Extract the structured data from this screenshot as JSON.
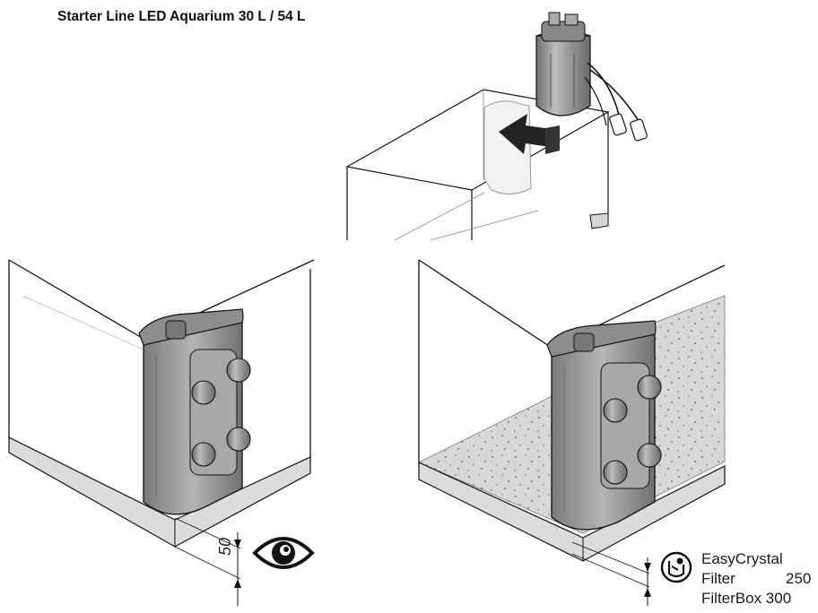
{
  "page": {
    "title": "Starter Line LED Aquarium 30 L / 54 L"
  },
  "left_panel": {
    "gap_dimension": "50",
    "inspect_icon": "eye-icon"
  },
  "right_panel": {
    "info_icon": "filter-instruction-icon",
    "compat_line1": "EasyCrystal",
    "compat_line2_a": "Filter",
    "compat_line2_b": "250",
    "compat_line3": "FilterBox 300"
  },
  "colors": {
    "line": "#111111",
    "filter_body": "#9a9a9a",
    "base": "#d9d9d9",
    "gravel": "#d6d6d6"
  }
}
